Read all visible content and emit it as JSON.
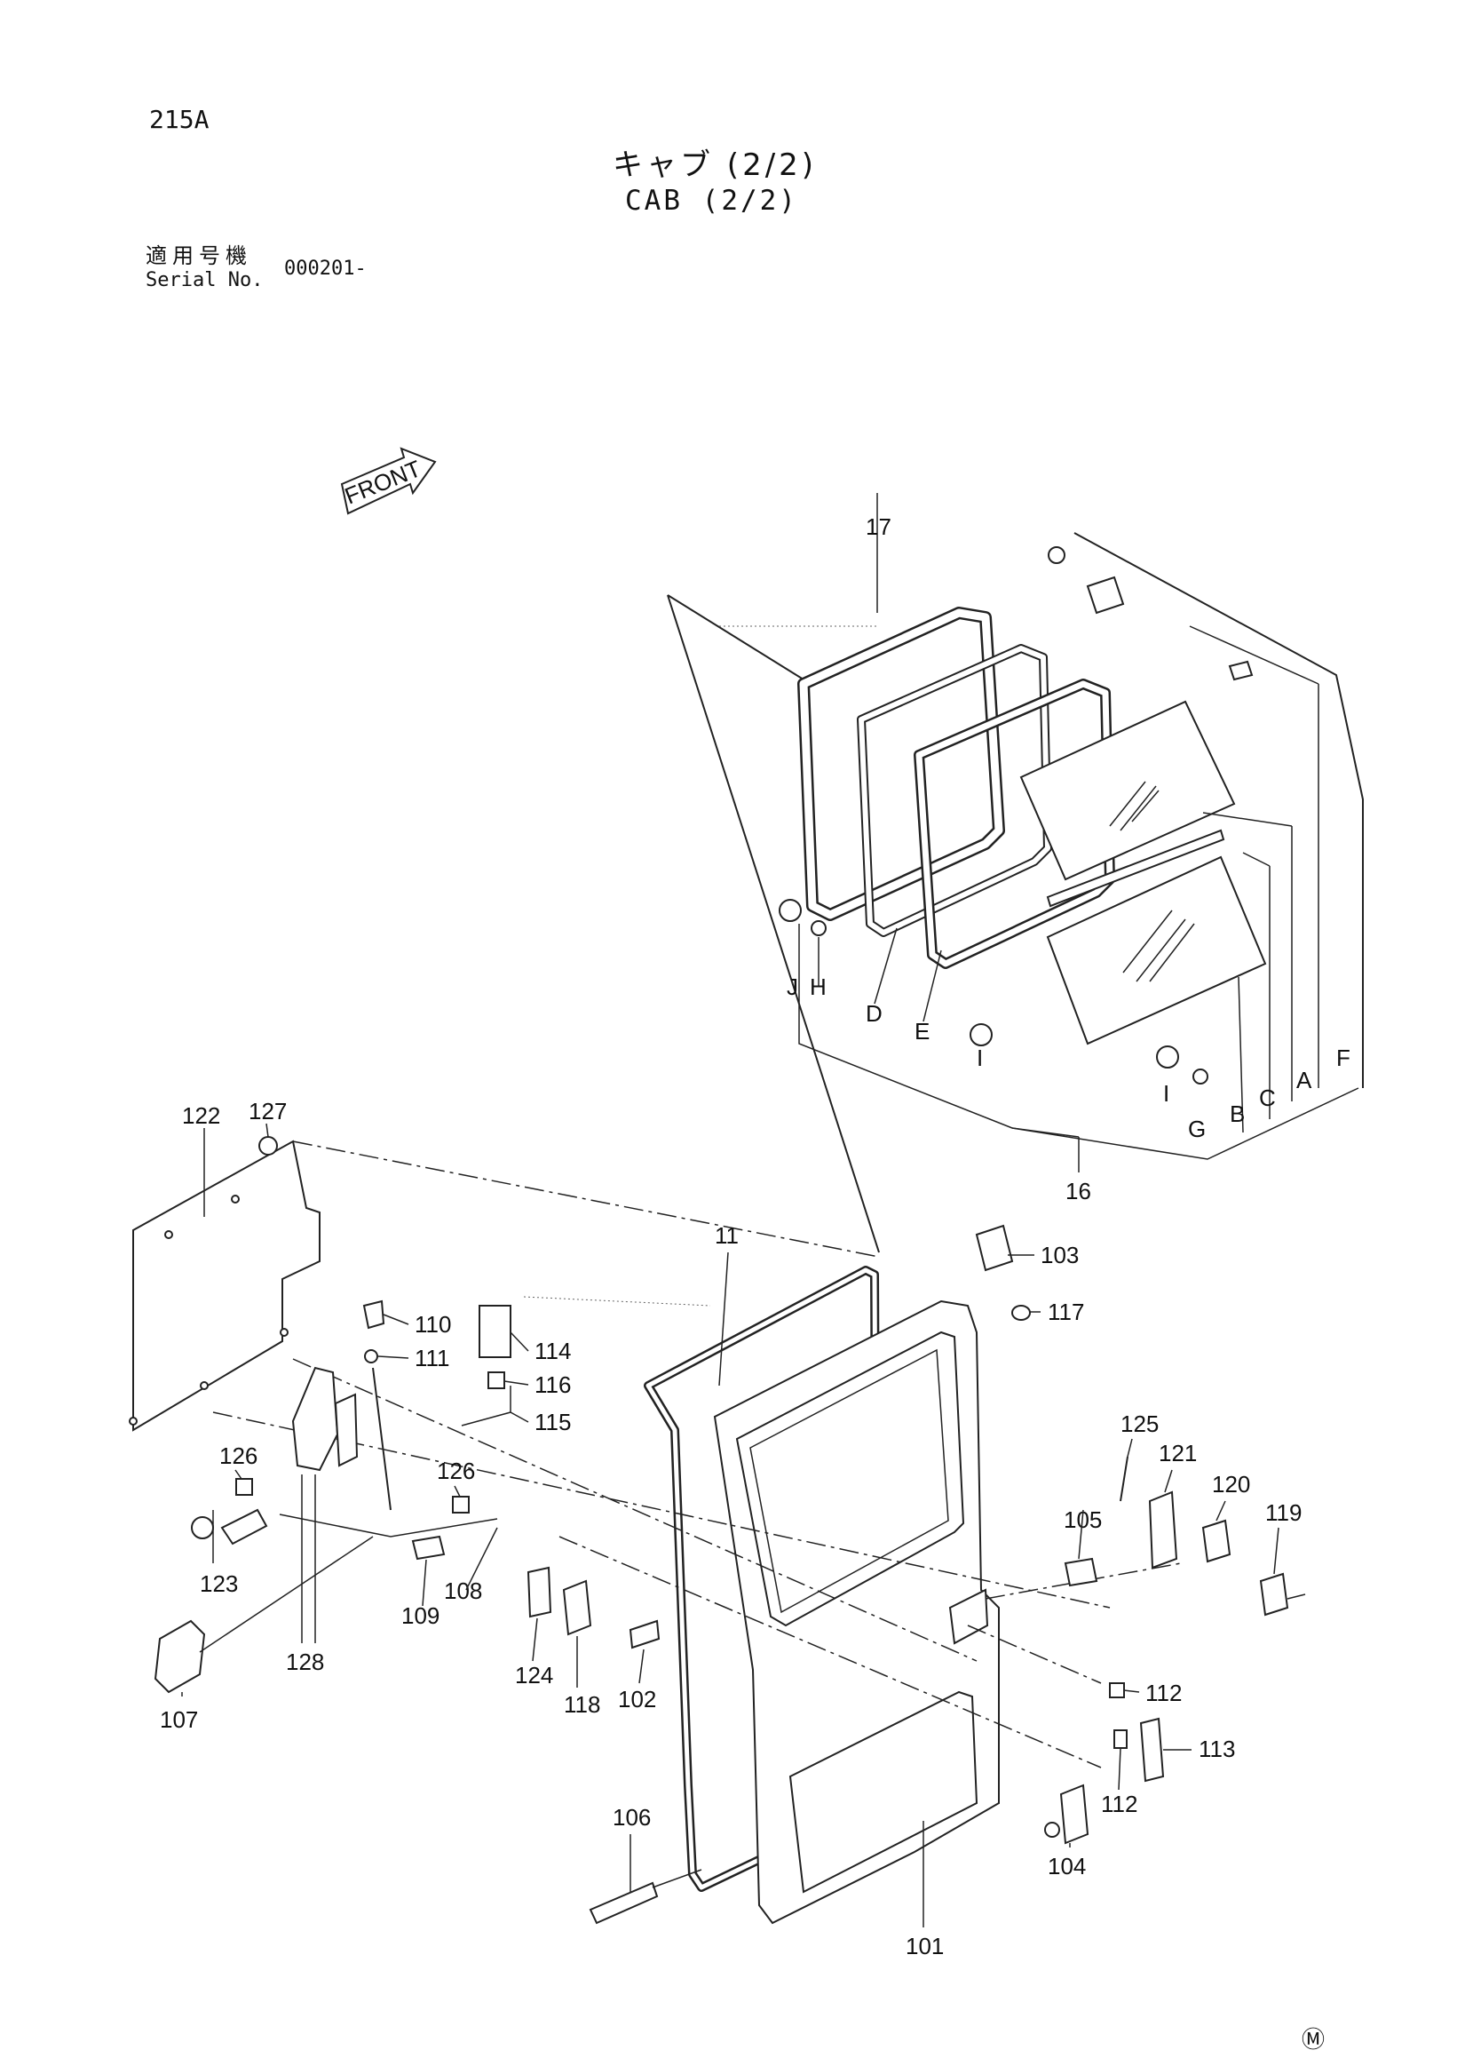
{
  "header": {
    "page_id": "215A",
    "title_jp": "キャブ (2/2)",
    "title_en": "CAB (2/2)",
    "serial_jp": "適用号機",
    "serial_en": "Serial No.",
    "serial_value": "000201-"
  },
  "diagram": {
    "front_arrow": "FRONT",
    "callouts": [
      "17",
      "D",
      "E",
      "J",
      "H",
      "I",
      "I",
      "G",
      "B",
      "C",
      "A",
      "F",
      "16",
      "11",
      "101",
      "102",
      "103",
      "104",
      "105",
      "106",
      "107",
      "108",
      "109",
      "110",
      "111",
      "112",
      "112",
      "113",
      "114",
      "115",
      "116",
      "117",
      "118",
      "119",
      "120",
      "121",
      "122",
      "123",
      "124",
      "125",
      "126",
      "126",
      "127",
      "128"
    ]
  },
  "footer": {
    "mark": "Ⓜ"
  }
}
